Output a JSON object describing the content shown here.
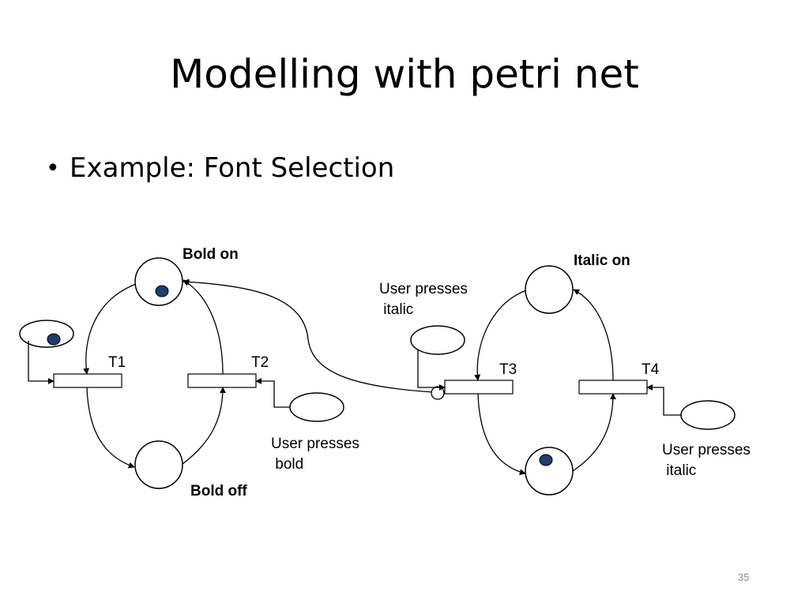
{
  "slide": {
    "title": "Modelling with petri net",
    "bullet": "Example: Font Selection",
    "page_number": "35"
  },
  "diagram": {
    "places": {
      "bold_on": "Bold on",
      "bold_off": "Bold off",
      "italic_on": "Italic on"
    },
    "transitions": {
      "t1": "T1",
      "t2": "T2",
      "t3": "T3",
      "t4": "T4"
    },
    "events": {
      "user_presses_bold": "User presses\n bold",
      "user_presses_italic_upper": "User presses\n italic",
      "user_presses_italic_lower": "User presses\n italic"
    },
    "colors": {
      "token": "#1f3d6e",
      "stroke": "#000000"
    }
  }
}
